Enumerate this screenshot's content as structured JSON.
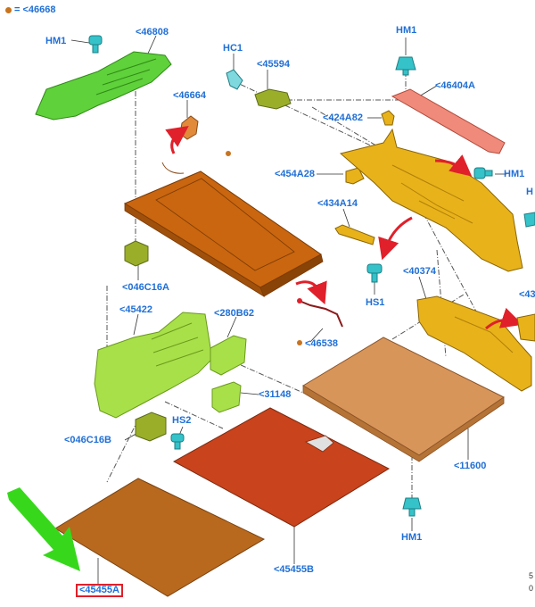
{
  "legend": {
    "text": "= <46668",
    "dot_color": "#c8741e"
  },
  "labels": {
    "hm1_top_left": "HM1",
    "p46808": "<46808",
    "hc1": "HC1",
    "p45594": "<45594",
    "hm1_top": "HM1",
    "p46404A": "<46404A",
    "p46664": "<46664",
    "p424A82": "<424A82",
    "p454A28": "<454A28",
    "hm1_right": "HM1",
    "h_right_edge": "H",
    "p434A14": "<434A14",
    "p046C16A": "<046C16A",
    "hs1": "HS1",
    "p40374": "<40374",
    "p43_edge": "<43",
    "p45422": "<45422",
    "p280B62": "<280B62",
    "p46538": "<46538",
    "p31148": "<31148",
    "hs2": "HS2",
    "p046C16B": "<046C16B",
    "p11600": "<11600",
    "hm1_bottom": "HM1",
    "p45455B": "<45455B",
    "p45455A": "<45455A",
    "corner_a": "5",
    "corner_b": "0"
  },
  "colors": {
    "green": "#5fd13a",
    "lime": "#a8e04a",
    "orange_shelf": "#c9660f",
    "gold": "#e8b21a",
    "salmon": "#f08a7a",
    "tan": "#d8955a",
    "rust": "#c9431c",
    "brown_mat": "#b8691e",
    "cyan": "#35c2c9",
    "olive": "#9aae2a",
    "arrow_red": "#e0202a",
    "arrow_green": "#37d81b",
    "label_blue": "#1f6fd6"
  }
}
